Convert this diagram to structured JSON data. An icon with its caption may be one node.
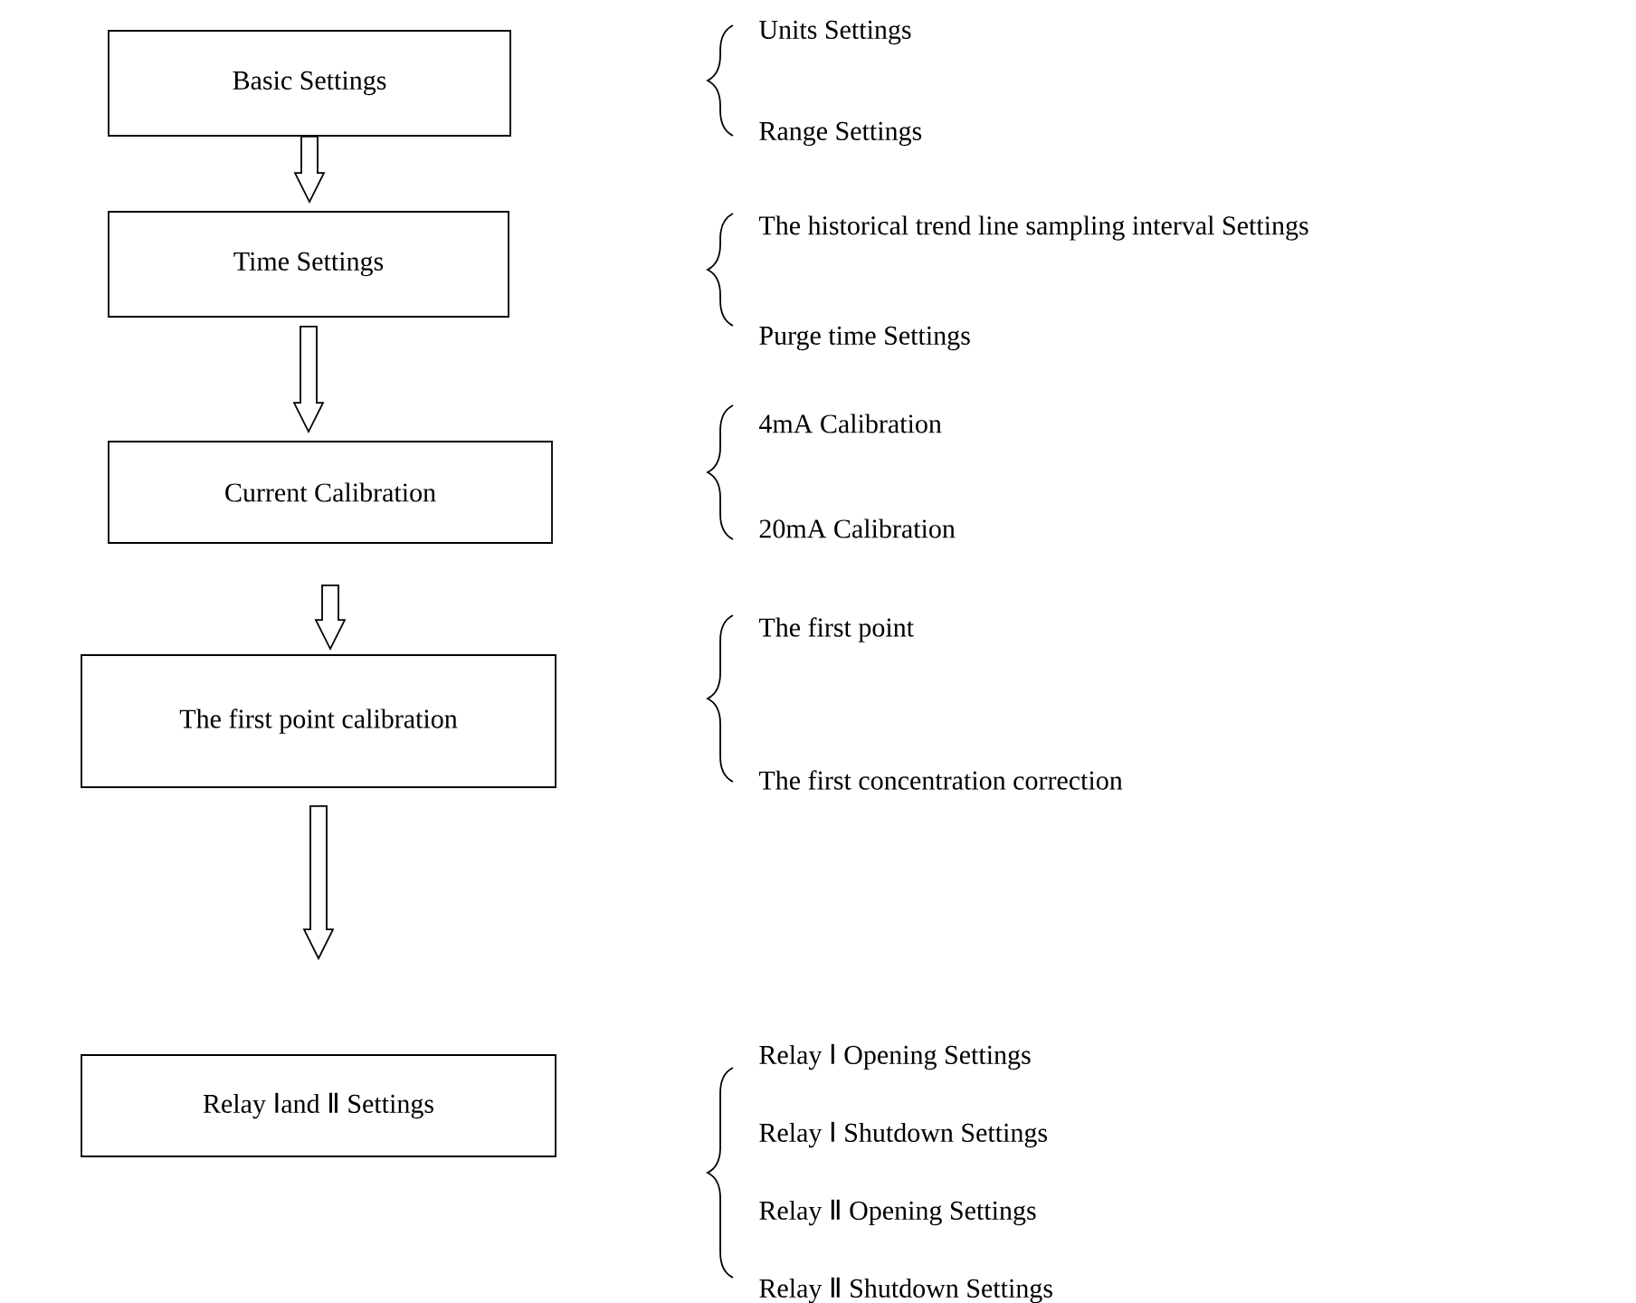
{
  "diagram": {
    "nodes": [
      {
        "text": [
          "Basic Settings"
        ]
      },
      {
        "text": [
          "Time Settings"
        ]
      },
      {
        "text": [
          "Current Calibration"
        ]
      },
      {
        "text": [
          "The first point calibration"
        ]
      },
      {
        "text": [
          "Relay Ⅰand Ⅱ Settings"
        ]
      }
    ],
    "edges": [
      {
        "from": 0,
        "to": 1,
        "arrow": "to"
      },
      {
        "from": 1,
        "to": 2,
        "arrow": "to"
      },
      {
        "from": 2,
        "to": 3,
        "arrow": "to"
      },
      {
        "from": 3,
        "to": 4,
        "arrow": "to"
      }
    ],
    "labels": [
      "Units Settings",
      "Range Settings",
      "The historical trend line sampling interval Settings",
      "Purge time Settings",
      "4mA Calibration",
      "20mA Calibration",
      "The first point",
      "The first concentration correction",
      "Relay Ⅰ Opening Settings",
      "Relay Ⅰ Shutdown Settings",
      "Relay Ⅱ Opening Settings",
      "Relay Ⅱ Shutdown Settings"
    ]
  }
}
